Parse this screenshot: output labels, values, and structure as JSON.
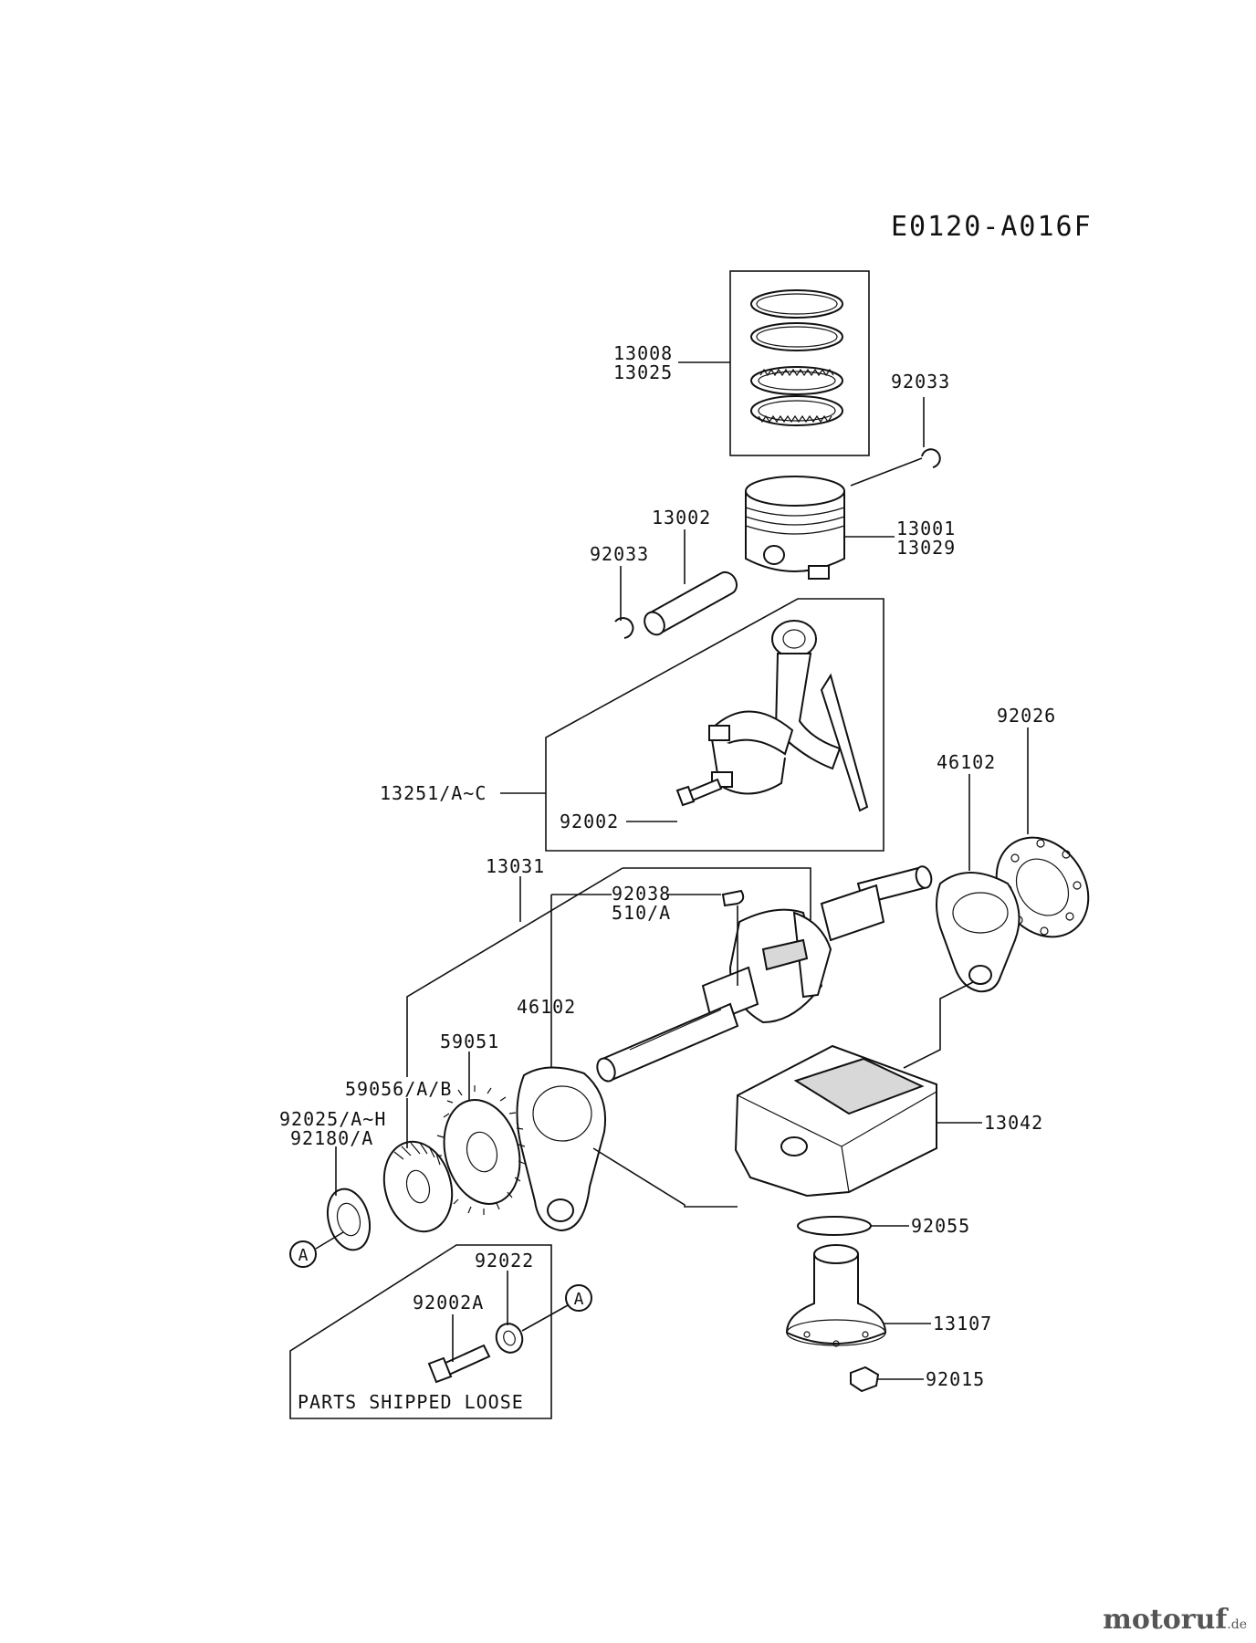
{
  "diagram": {
    "code": "E0120-A016F",
    "footer_note": "PARTS SHIPPED LOOSE",
    "ref_marker": "A",
    "labels": {
      "p13008": "13008",
      "p13025": "13025",
      "p92033a": "92033",
      "p13002": "13002",
      "p92033b": "92033",
      "p13001": "13001",
      "p13029": "13029",
      "p13251": "13251/A~C",
      "p92002": "92002",
      "p92026": "92026",
      "p46102a": "46102",
      "p13031": "13031",
      "p92038": "92038",
      "p510a": "510/A",
      "p46102b": "46102",
      "p59051": "59051",
      "p59056": "59056/A/B",
      "p92025": "92025/A~H",
      "p92180": "92180/A",
      "p13042": "13042",
      "p92055": "92055",
      "p92022": "92022",
      "p92002a": "92002A",
      "p13107": "13107",
      "p92015": "92015"
    }
  },
  "watermark": {
    "brand": "motoruf",
    "suffix": ".de"
  }
}
